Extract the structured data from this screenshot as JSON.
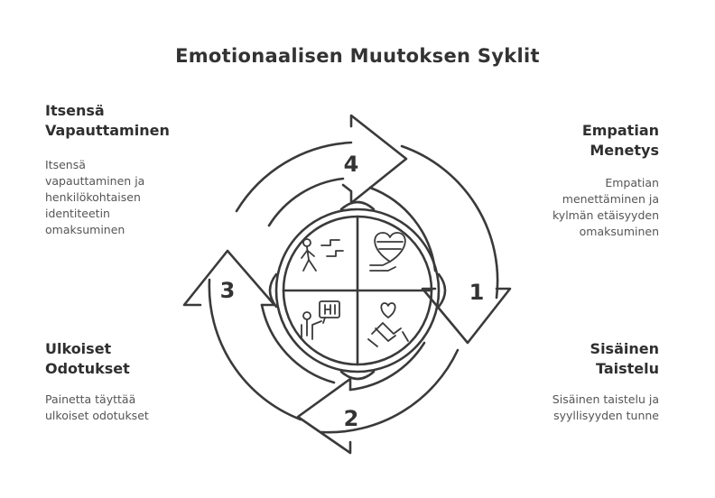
{
  "title": "Emotionaalisen Muutoksen Syklit",
  "stages": [
    {
      "number": "1",
      "heading": "Empatian\nMenetys",
      "description": "Empatian\nmenettäminen ja\nkylmän etäisyyden\nomaksuminen",
      "icon": "heart-hand-icon"
    },
    {
      "number": "2",
      "heading": "Sisäinen\nTaistelu",
      "description": "Sisäinen taistelu ja\nsyyllisyyden tunne",
      "icon": "hands-heart-icon"
    },
    {
      "number": "3",
      "heading": "Ulkoiset\nOdotukset",
      "description": "Painetta täyttää\nulkoiset odotukset",
      "icon": "speaker-sign-icon"
    },
    {
      "number": "4",
      "heading": "Itsensä\nVapauttaminen",
      "description": "Itsensä\nvapauttaminen ja\nhenkilökohtaisen\nidentiteetin\nomaksuminen",
      "icon": "walking-person-icon"
    }
  ]
}
